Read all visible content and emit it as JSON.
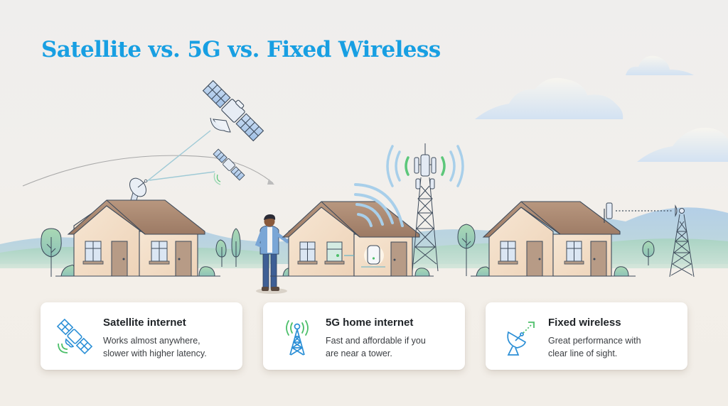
{
  "title": "Satellite vs. 5G vs. Fixed Wireless",
  "colors": {
    "title": "#189fe2",
    "icon_blue": "#2b8fd6",
    "icon_green": "#4cbf6a",
    "roof": "#a88670",
    "wall": "#f1dcc5",
    "signal_blue": "#9cc6e6",
    "signal_green": "#5cc77a"
  },
  "scene": {
    "houses": [
      {
        "label": "satellite-house",
        "equipment": "satellite-dish"
      },
      {
        "label": "5g-house",
        "equipment": "5g-router"
      },
      {
        "label": "fixed-wireless-house",
        "equipment": "rooftop-antenna"
      }
    ],
    "elements": [
      "large-satellite",
      "small-satellite",
      "orbit-arc",
      "cell-tower",
      "fixed-wireless-tower",
      "person",
      "clouds",
      "hills",
      "trees"
    ]
  },
  "cards": [
    {
      "icon": "satellite-icon",
      "title": "Satellite internet",
      "desc_line1": "Works almost anywhere,",
      "desc_line2": "slower with higher latency."
    },
    {
      "icon": "cell-tower-icon",
      "title": "5G home internet",
      "desc_line1": "Fast and affordable if you",
      "desc_line2": "are near a tower."
    },
    {
      "icon": "dish-antenna-icon",
      "title": "Fixed wireless",
      "desc_line1": "Great performance with",
      "desc_line2": "clear line of sight."
    }
  ]
}
